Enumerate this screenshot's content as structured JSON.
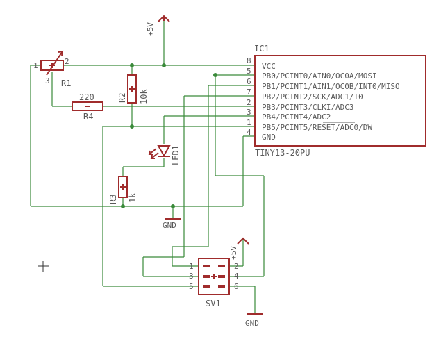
{
  "ic": {
    "ref": "IC1",
    "value": "TINY13-20PU",
    "pins": [
      {
        "num": "8",
        "name": "VCC"
      },
      {
        "num": "5",
        "name": "PB0/PCINT0/AIN0/OC0A/MOSI"
      },
      {
        "num": "6",
        "name": "PB1/PCINT1/AIN1/OC0B/INT0/MISO"
      },
      {
        "num": "7",
        "name": "PB2/PCINT2/SCK/ADC1/T0"
      },
      {
        "num": "2",
        "name": "PB3/PCINT3/CLKI/ADC3"
      },
      {
        "num": "3",
        "name": "PB4/PCINT4/ADC2"
      },
      {
        "num": "1",
        "name": "PB5/PCINT5/RESET/ADC0/DW"
      },
      {
        "num": "4",
        "name": "GND"
      }
    ]
  },
  "r1": {
    "ref": "R1",
    "pin1": "1",
    "pin2": "2",
    "pin3": "3"
  },
  "r2": {
    "ref": "R2",
    "value": "10k"
  },
  "r3": {
    "ref": "R3",
    "value": "1k"
  },
  "r4": {
    "ref": "R4",
    "value": "220"
  },
  "led": {
    "ref": "LED1"
  },
  "header": {
    "ref": "SV1",
    "pins": [
      "1",
      "2",
      "3",
      "4",
      "5",
      "6"
    ]
  },
  "power": {
    "vcc_top": "+5V",
    "vcc_header": "+5V",
    "gnd_main": "GND",
    "gnd_header": "GND"
  },
  "colors": {
    "wire": "#3a8a3a",
    "part": "#a02c2c",
    "text": "#5a5a5a"
  }
}
